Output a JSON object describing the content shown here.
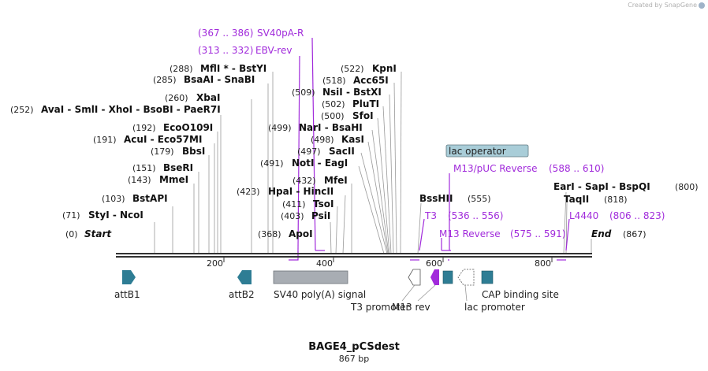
{
  "credit": "Created by SnapGene",
  "title": "BAGE4_pCSdest",
  "length_label": "867 bp",
  "colors": {
    "feature_text": "#a12bdb",
    "feature_fill": "#2e7d94",
    "purple_fill": "#a12bdb",
    "grey_fill": "#a8adb3",
    "lac_op_fill": "#a9cdd8"
  },
  "ticks": [
    "200",
    "400",
    "600",
    "800"
  ],
  "sites": [
    {
      "pos": "(0)",
      "name": "Start"
    },
    {
      "pos": "(71)",
      "name": "StyI  - NcoI"
    },
    {
      "pos": "(103)",
      "name": "BstAPI"
    },
    {
      "pos": "(143)",
      "name": "MmeI"
    },
    {
      "pos": "(151)",
      "name": "BseRI"
    },
    {
      "pos": "(179)",
      "name": "BbsI"
    },
    {
      "pos": "(191)",
      "name": "AcuI  - Eco57MI"
    },
    {
      "pos": "(192)",
      "name": "EcoO109I"
    },
    {
      "pos": "(252)",
      "name": "AvaI  - SmlI  - XhoI  - BsoBI  - PaeR7I"
    },
    {
      "pos": "(260)",
      "name": "XbaI"
    },
    {
      "pos": "(285)",
      "name": "BsaAI  - SnaBI"
    },
    {
      "pos": "(288)",
      "name": "MflI *  - BstYI"
    },
    {
      "pos": "(368)",
      "name": "ApoI"
    },
    {
      "pos": "(403)",
      "name": "PsiI"
    },
    {
      "pos": "(411)",
      "name": "TsoI"
    },
    {
      "pos": "(423)",
      "name": "HpaI  - HincII"
    },
    {
      "pos": "(432)",
      "name": "MfeI"
    },
    {
      "pos": "(491)",
      "name": "NotI  - EagI"
    },
    {
      "pos": "(497)",
      "name": "SacII"
    },
    {
      "pos": "(498)",
      "name": "KasI"
    },
    {
      "pos": "(499)",
      "name": "NarI  - BsaHI"
    },
    {
      "pos": "(500)",
      "name": "SfoI"
    },
    {
      "pos": "(502)",
      "name": "PluTI"
    },
    {
      "pos": "(509)",
      "name": "NsiI  - BstXI"
    },
    {
      "pos": "(518)",
      "name": "Acc65I"
    },
    {
      "pos": "(522)",
      "name": "KpnI"
    },
    {
      "pos": "(555)",
      "name": "BssHII"
    },
    {
      "pos": "(800)",
      "name": "EarI  - SapI  - BspQI"
    },
    {
      "pos": "(818)",
      "name": "TaqII"
    },
    {
      "pos": "(867)",
      "name": "End"
    }
  ],
  "primers": [
    {
      "name": "SV40pA-R",
      "range": "(367 .. 386)"
    },
    {
      "name": "EBV-rev",
      "range": "(313 .. 332)"
    },
    {
      "name": "T3",
      "range": "(536 .. 556)"
    },
    {
      "name": "M13 Reverse",
      "range": "(575 .. 591)"
    },
    {
      "name": "M13/pUC Reverse",
      "range": "(588 .. 610)"
    },
    {
      "name": "L4440",
      "range": "(806 .. 823)"
    }
  ],
  "lac_operator": "lac operator",
  "features": {
    "attB1": "attB1",
    "attB2": "attB2",
    "sv40": "SV40 poly(A) signal",
    "t3": "T3 promoter",
    "m13rev": "M13 rev",
    "lacpro": "lac promoter",
    "cap": "CAP binding site"
  }
}
